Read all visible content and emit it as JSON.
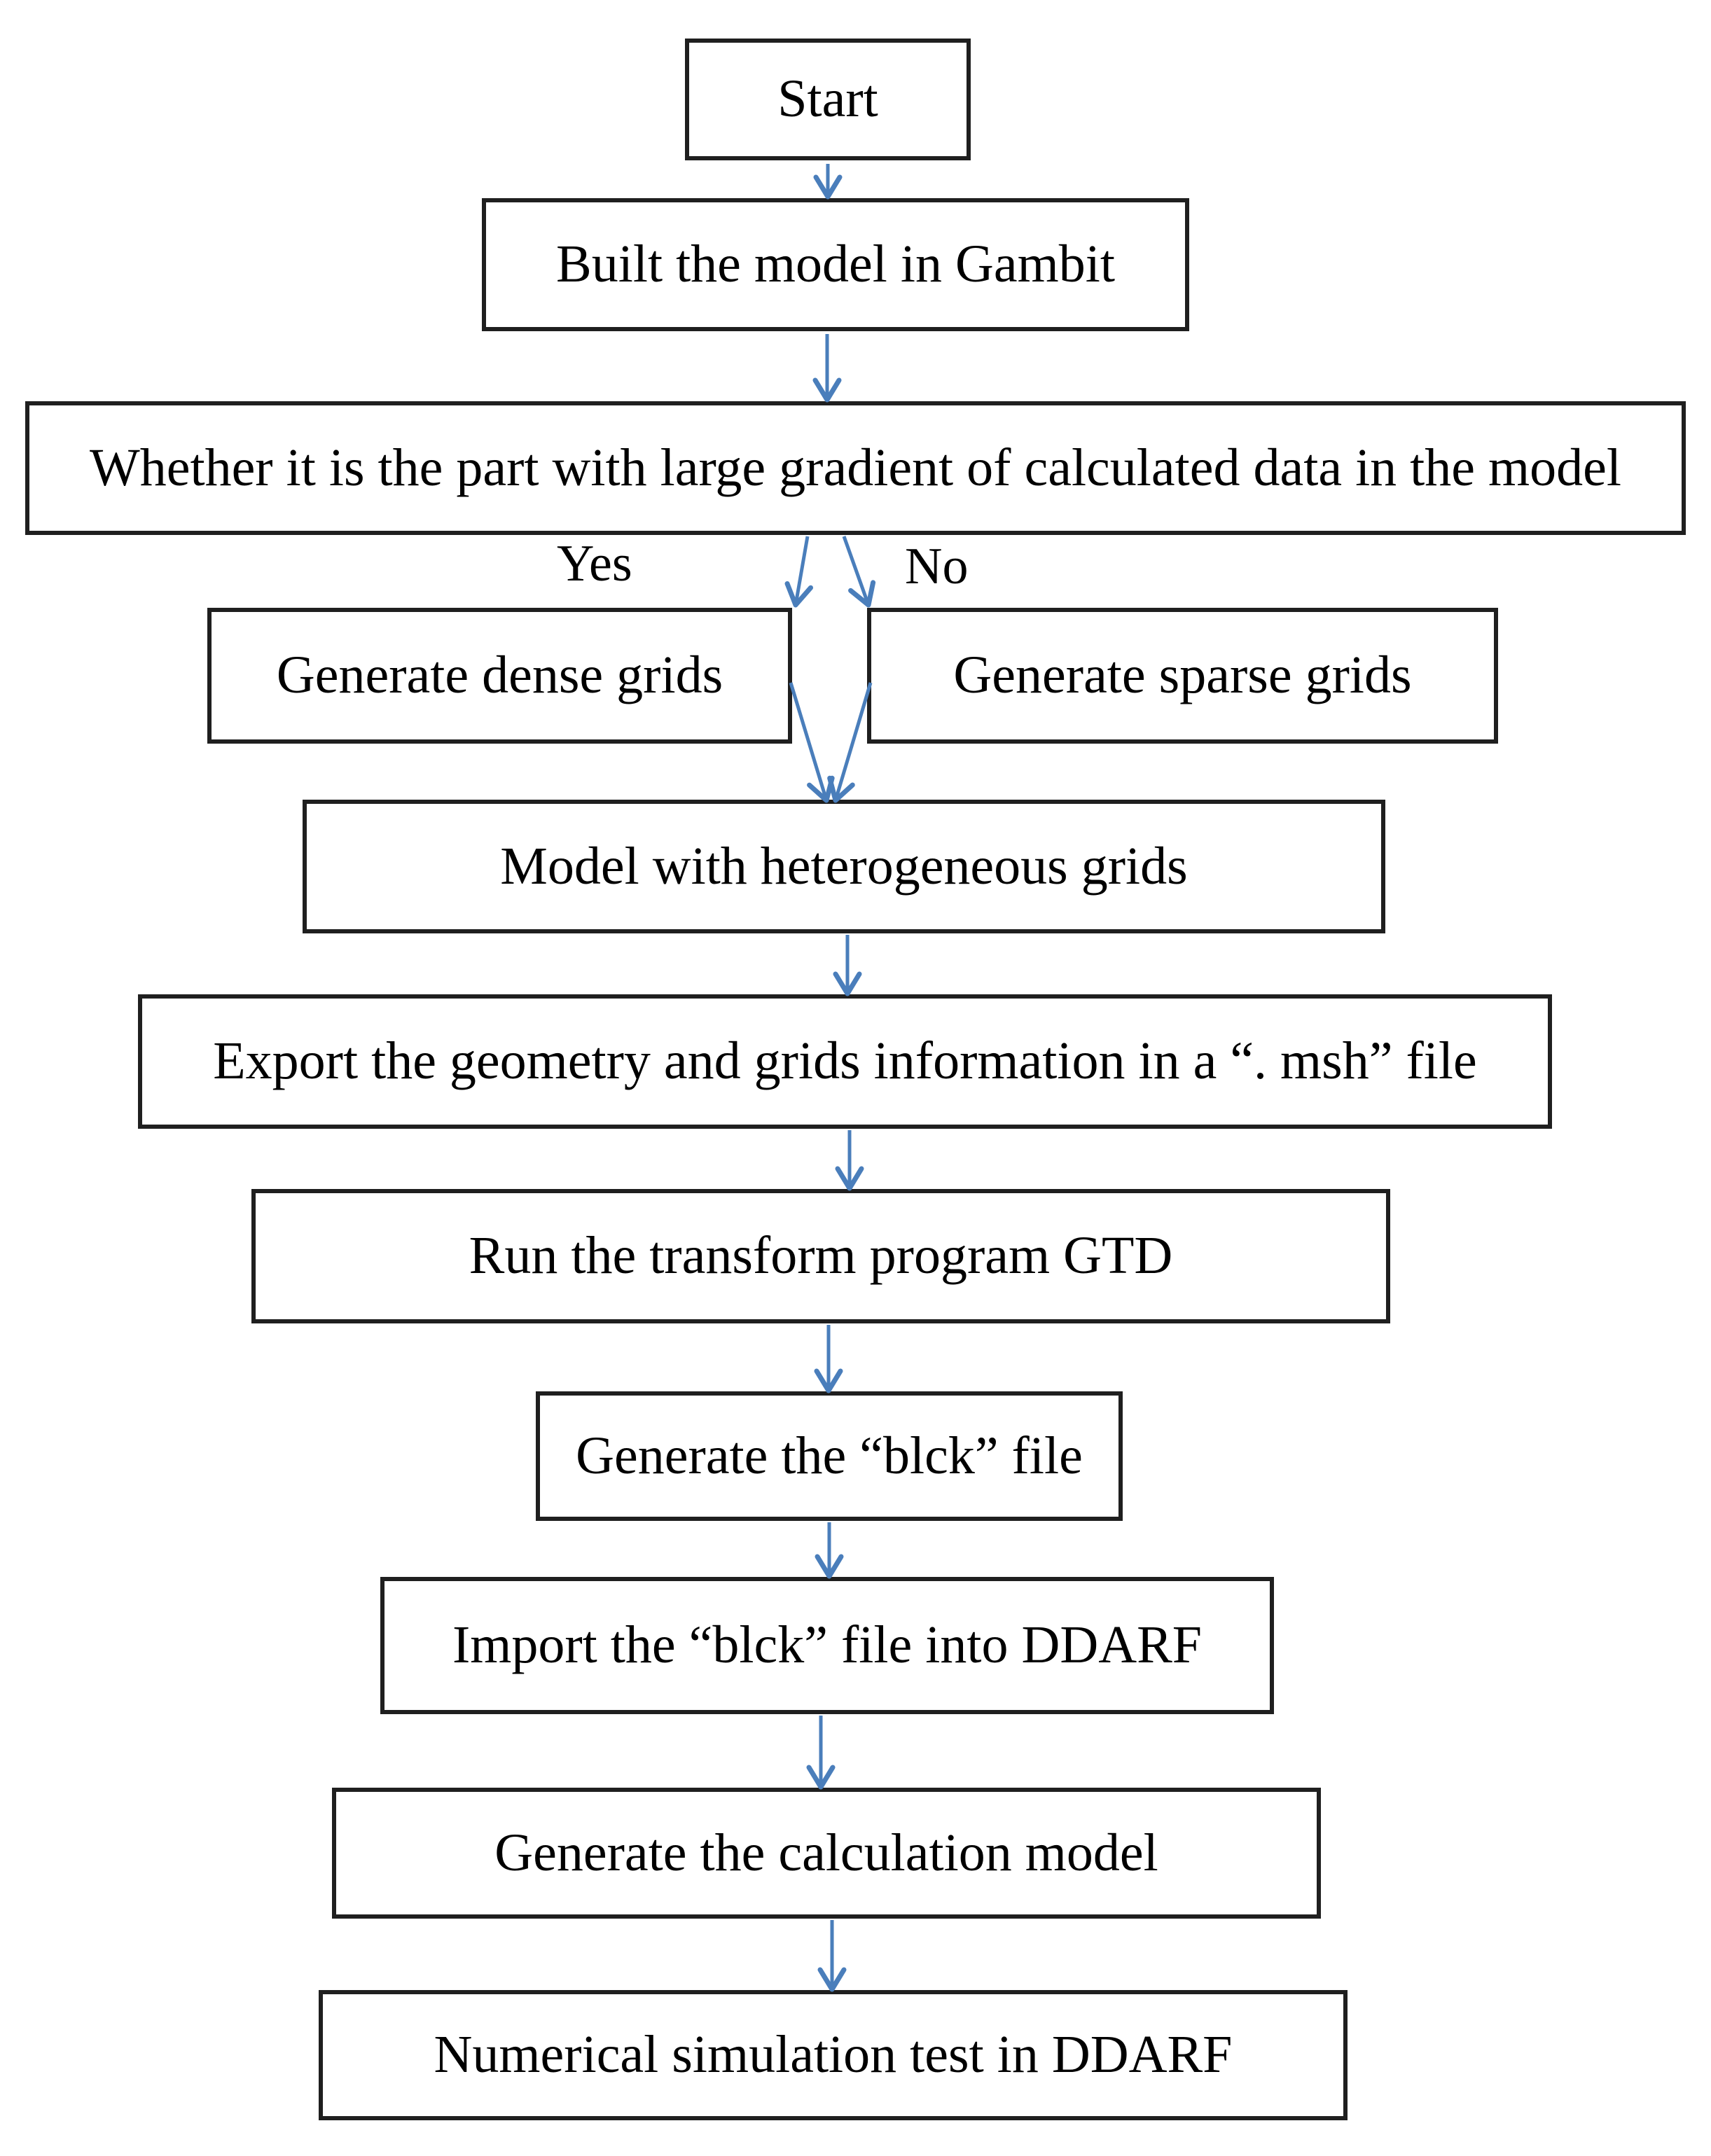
{
  "figure": {
    "type": "flowchart",
    "description": "Flowchart of building a heterogeneous-grid model in Gambit and importing it into DDARF"
  },
  "theme": {
    "arrow-color": "#4a7ebb",
    "border-color": "#1f1f1f",
    "text-color": "#000000",
    "bg-color": "#ffffff"
  },
  "nodes": {
    "start": {
      "label": "Start"
    },
    "built": {
      "label": "Built the model in Gambit"
    },
    "decision": {
      "label": "Whether it is the part with large gradient of calculated data in the model"
    },
    "dense": {
      "label": "Generate dense grids"
    },
    "sparse": {
      "label": "Generate sparse grids"
    },
    "hetero": {
      "label": "Model with heterogeneous grids"
    },
    "export": {
      "label": "Export the geometry and grids information in a “. msh” file"
    },
    "gtd": {
      "label": "Run the transform program GTD"
    },
    "blck": {
      "label": "Generate the “blck” file"
    },
    "import": {
      "label": "Import the “blck” file into DDARF"
    },
    "calc": {
      "label": "Generate the calculation model"
    },
    "test": {
      "label": "Numerical simulation test in DDARF"
    }
  },
  "branch_labels": {
    "yes": "Yes",
    "no": "No"
  },
  "edges": [
    {
      "from": "start",
      "to": "built",
      "label": ""
    },
    {
      "from": "built",
      "to": "decision",
      "label": ""
    },
    {
      "from": "decision",
      "to": "dense",
      "label": "Yes"
    },
    {
      "from": "decision",
      "to": "sparse",
      "label": "No"
    },
    {
      "from": "dense",
      "to": "hetero",
      "label": ""
    },
    {
      "from": "sparse",
      "to": "hetero",
      "label": ""
    },
    {
      "from": "hetero",
      "to": "export",
      "label": ""
    },
    {
      "from": "export",
      "to": "gtd",
      "label": ""
    },
    {
      "from": "gtd",
      "to": "blck",
      "label": ""
    },
    {
      "from": "blck",
      "to": "import",
      "label": ""
    },
    {
      "from": "import",
      "to": "calc",
      "label": ""
    },
    {
      "from": "calc",
      "to": "test",
      "label": ""
    }
  ]
}
